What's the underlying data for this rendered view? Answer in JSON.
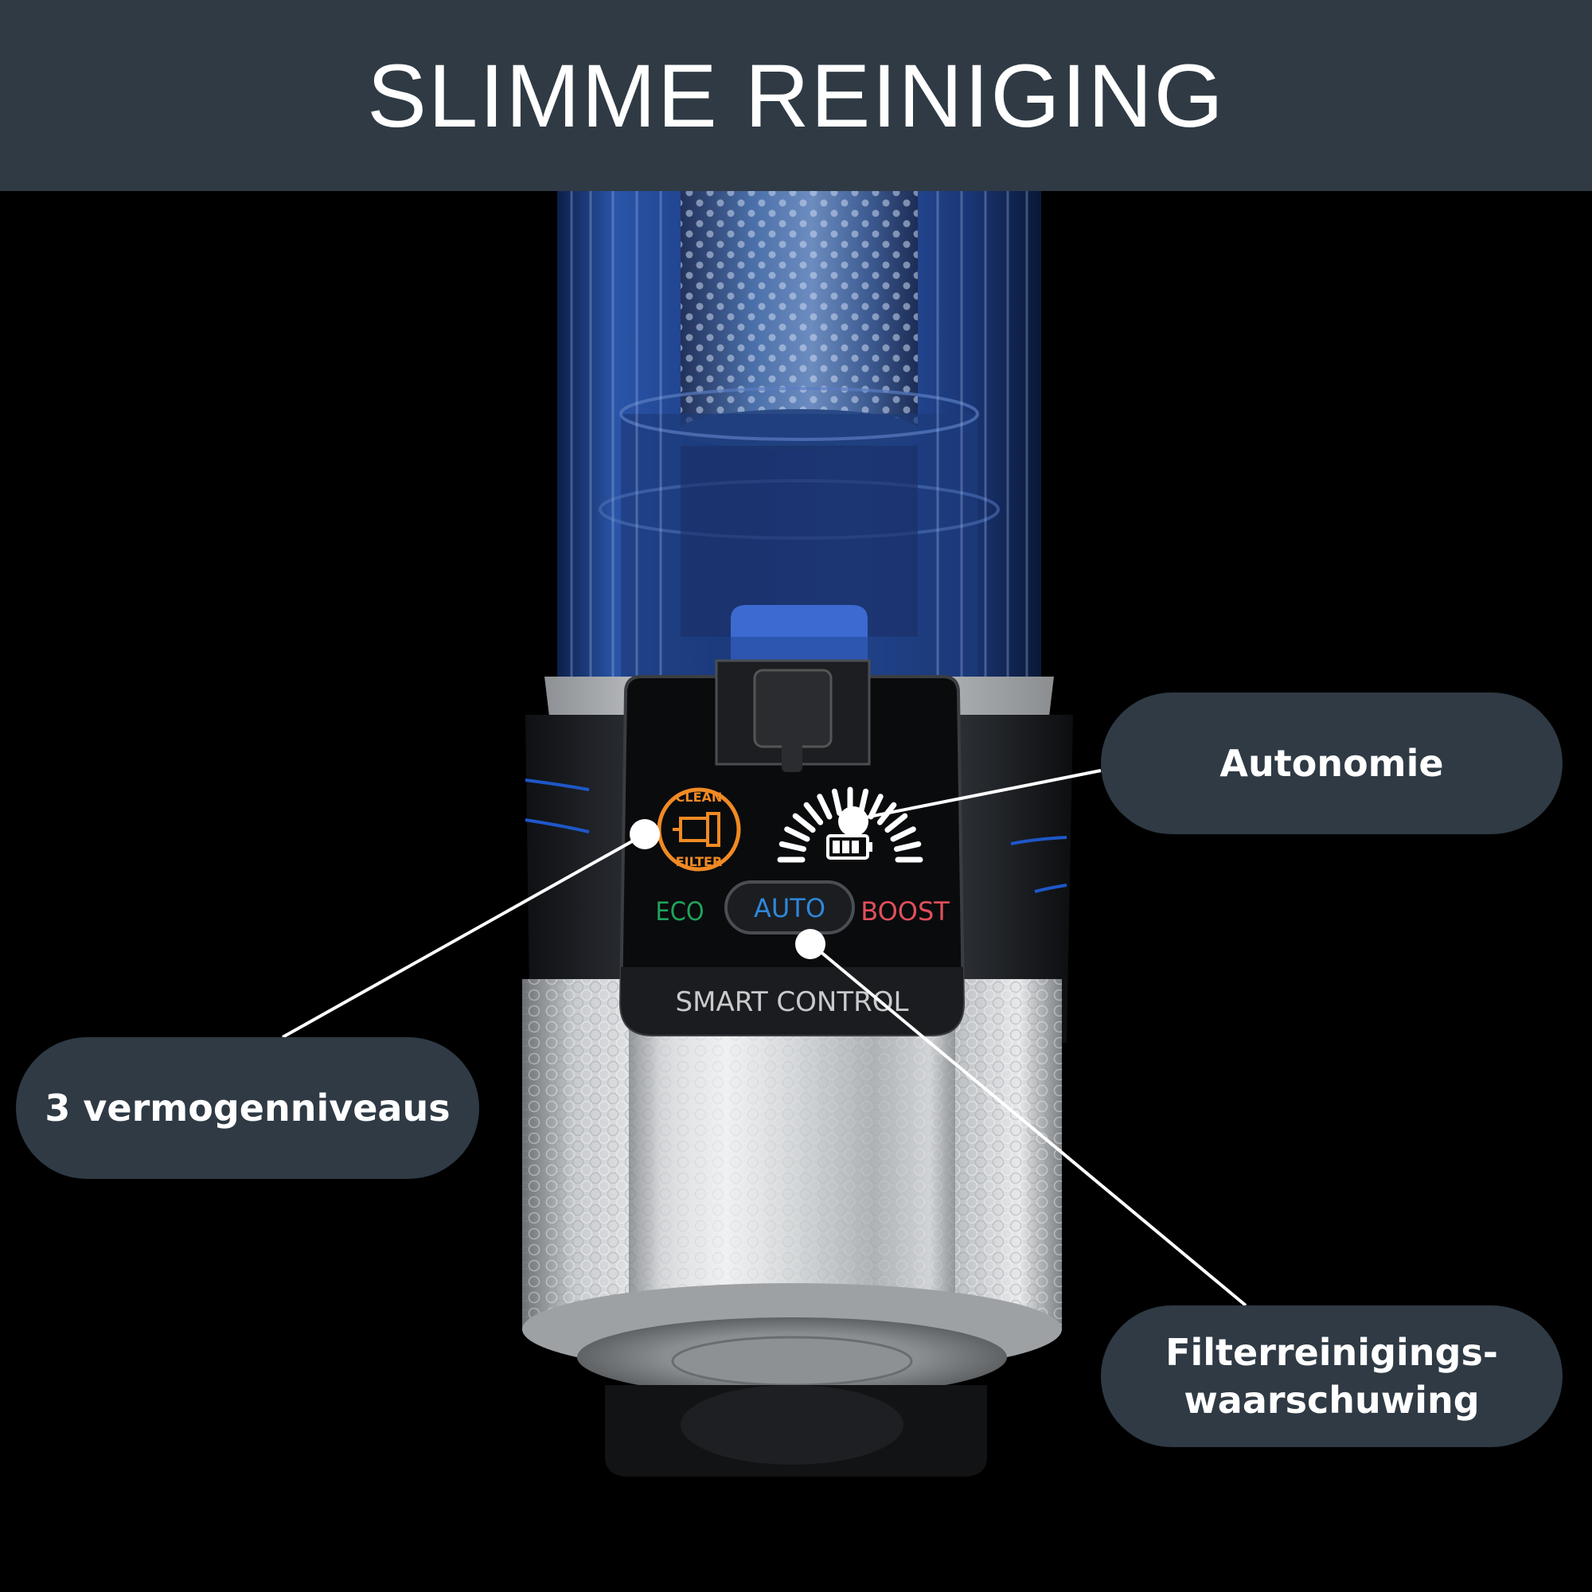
{
  "header": {
    "title": "SLIMME REINIGING"
  },
  "panel": {
    "clean_filter_top": "CLEAN",
    "clean_filter_bottom": "FILTER",
    "mode_eco": "ECO",
    "mode_auto": "AUTO",
    "mode_boost": "BOOST",
    "brand_label": "SMART CONTROL"
  },
  "callouts": {
    "autonomie": "Autonomie",
    "levels": "3 vermogenniveaus",
    "filter_line1": "Filterreinigings-",
    "filter_line2": "waarschuwing"
  },
  "colors": {
    "header_bg": "#2f3a44",
    "callout_bg": "#2f3a44",
    "eco": "#1fa35a",
    "auto": "#2f86d8",
    "boost": "#e0505a",
    "clean_filter": "#f08a24",
    "canister_blue": "#1e3f8a",
    "silver": "#c9cccf"
  }
}
